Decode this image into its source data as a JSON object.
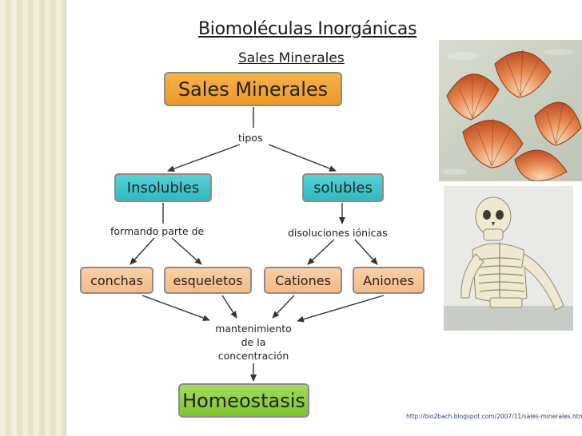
{
  "slide": {
    "title": "Biomoléculas Inorgánicas",
    "subtitle": "Sales Minerales",
    "source_url": "http://bio2bach.blogspot.com/2007/11/sales-minerales.html"
  },
  "diagram": {
    "root": "Sales Minerales",
    "edge_tipos": "tipos",
    "insolubles": "Insolubles",
    "solubles": "solubles",
    "edge_formando": "formando parte de",
    "edge_disoluciones": "disoluciones iónicas",
    "conchas": "conchas",
    "esqueletos": "esqueletos",
    "cationes": "Cationes",
    "aniones": "Aniones",
    "mantenimiento": "mantenimiento",
    "de_la": "de la",
    "concentracion": "concentración",
    "homeostasis": "Homeostasis"
  },
  "images": {
    "top": "seashells-photo",
    "bottom": "skeleton-photo"
  },
  "colors": {
    "root": "#f0a030",
    "type_boxes": "#3ec3c7",
    "leaf_boxes": "#f9c696",
    "result_box": "#8ccd3f"
  }
}
